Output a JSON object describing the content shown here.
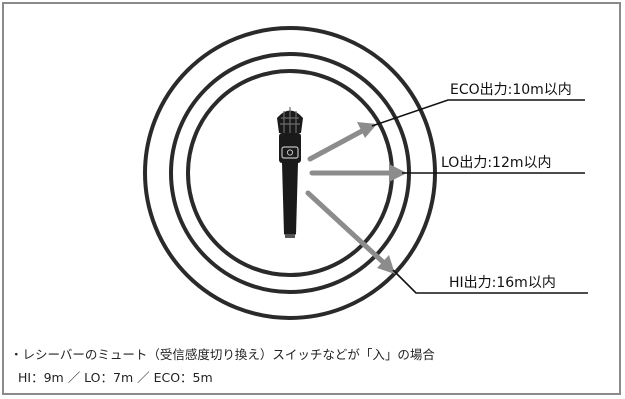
{
  "labels": {
    "eco": "ECO出力:10m以内",
    "lo": "LO出力:12m以内",
    "hi": "HI出力:16m以内"
  },
  "notes": {
    "line1": "・レシーバーのミュート（受信感度切り換え）スイッチなどが「入」の場合",
    "line2": "HI：9m ／ LO：7m ／ ECO：5m"
  },
  "colors": {
    "frame": "#8a8a8a",
    "circle": "#2a2a2a",
    "arrow": "#8c8c8c",
    "leader": "#111111",
    "microphone": "#1a1a1a"
  }
}
